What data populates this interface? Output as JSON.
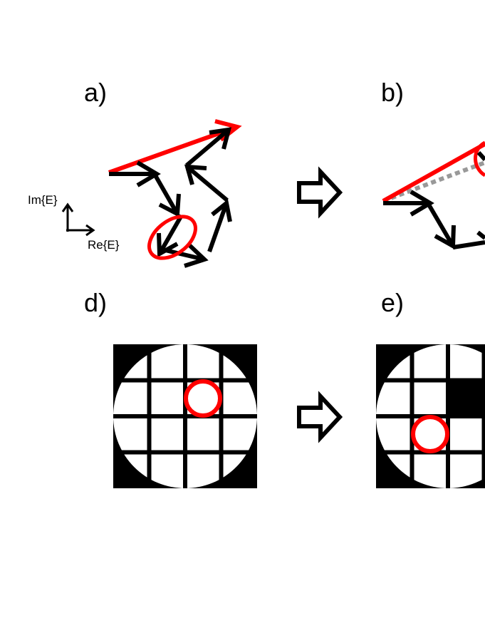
{
  "panels": {
    "a": {
      "label": "a)"
    },
    "b": {
      "label": "b)"
    },
    "d": {
      "label": "d)"
    },
    "e": {
      "label": "e)"
    }
  },
  "axes": {
    "imaginary_label": "Im{E}",
    "real_label": "Re{E}"
  },
  "colors": {
    "foreground": "#000000",
    "highlight": "#ff0000",
    "reference_dashed": "#999999",
    "background": "#ffffff"
  },
  "icons": {
    "transition_arrows": [
      "right-block-arrow-icon",
      "right-block-arrow-icon"
    ]
  }
}
